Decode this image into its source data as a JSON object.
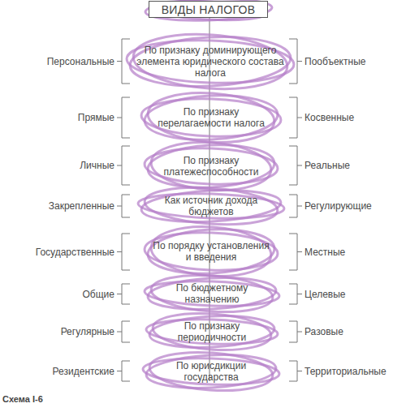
{
  "diagram": {
    "title": "ВИДЫ НАЛОГОВ",
    "caption": "Схема I-6",
    "nodes": [
      {
        "text": [
          "По признаку доминирующего элемента юридического состава налога"
        ]
      },
      {
        "text": [
          "По признаку перелагаемости налога"
        ]
      },
      {
        "text": [
          "По признаку платежеспособности"
        ]
      },
      {
        "text": [
          "Как источник дохода бюджетов"
        ]
      },
      {
        "text": [
          "По порядку установления и введения"
        ]
      },
      {
        "text": [
          "По бюджетному назначению"
        ]
      },
      {
        "text": [
          "По признаку периодичности"
        ]
      },
      {
        "text": [
          "По юрисдикции государства"
        ]
      }
    ],
    "labels": [
      "Персональные",
      "Пообъектные",
      "Прямые",
      "Косвенные",
      "Личные",
      "Реальные",
      "Закрепленные",
      "Регулирующие",
      "Государственные",
      "Местные",
      "Общие",
      "Целевые",
      "Регулярные",
      "Разовые",
      "Резидентские",
      "Территориальные"
    ]
  }
}
